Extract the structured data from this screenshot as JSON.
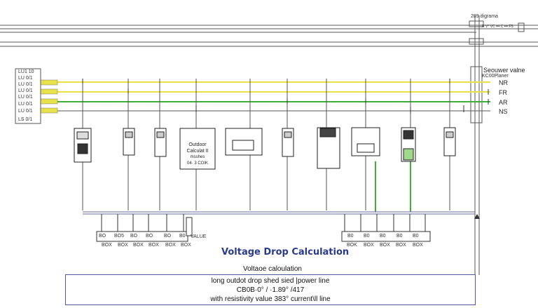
{
  "header": {
    "title": "289 digrama",
    "sub_label": "R V° VC ••• C ••• FS"
  },
  "legend": {
    "title": "Seouwer valne",
    "subtitle": "KC00Planer",
    "phases": [
      "NR",
      "FR",
      "AR",
      "NS"
    ]
  },
  "left_labels": [
    "LU1 10",
    "LU 0/1",
    "LU 0/1",
    "LU 0/1",
    "LU 0/1",
    "LU 0/1",
    "LU 0/1",
    "LS 0/1"
  ],
  "center_box": {
    "lines": [
      "Outdoor",
      "Calculat II",
      "msshes",
      "04· 3 COIK"
    ]
  },
  "bottom_left_tags": [
    "BO",
    "BO5",
    "BO",
    "BO",
    "BO",
    "B0"
  ],
  "bottom_left_codes": [
    "BOX",
    "BOX",
    "BOX",
    "BOX",
    "BOX",
    "BOX"
  ],
  "bottom_left_value": "VALUE",
  "bottom_right_tags": [
    "B0",
    "B0",
    "B0",
    "B0",
    "B0"
  ],
  "bottom_right_codes": [
    "BOK",
    "BOX",
    "BOX",
    "BOX",
    "BOX"
  ],
  "main_title": "Voltage Drop Calculation",
  "calc": {
    "heading": "Voltaoe caloulation",
    "lines": [
      "long outdot drop shed sied |power line",
      "CB0B·0° / ·1.89° /417",
      "with resistivity value 383° current\\ll line"
    ]
  },
  "colors": {
    "yellow_bus": "#e8e24a",
    "green_bus": "#3fae3a",
    "wire": "#555555",
    "frame": "#6a6a9c"
  }
}
